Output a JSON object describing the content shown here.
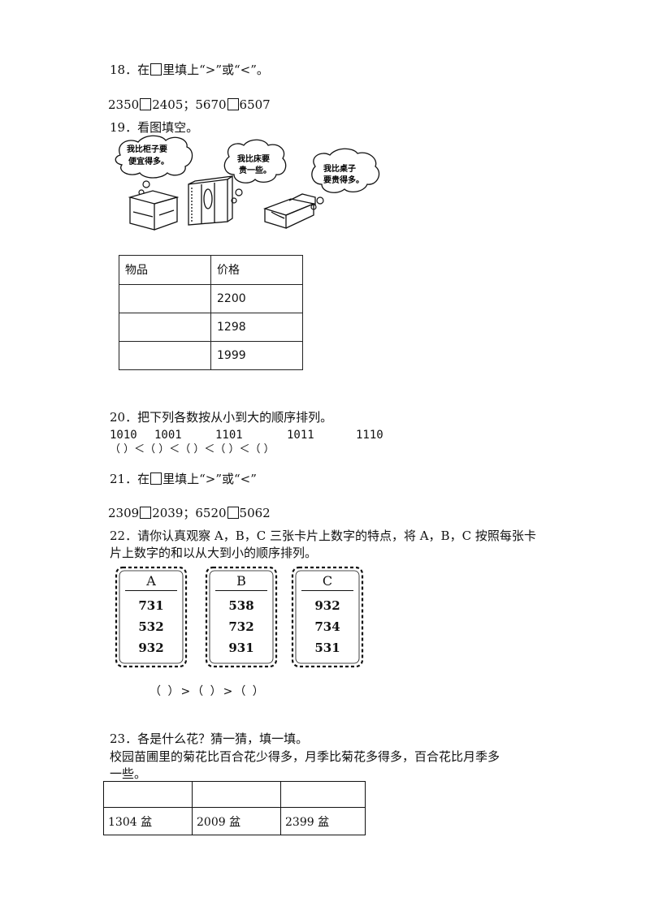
{
  "q18": {
    "title_a": "18．在",
    "title_b": "里填上“>”或“<”。",
    "line_a": "2350",
    "line_b": "2405；5670",
    "line_c": "6507"
  },
  "q19": {
    "title": "19．看图填空。",
    "bubbles": [
      {
        "line1": "我比柜子要",
        "line2": "便宜得多。"
      },
      {
        "line1": "我比床要",
        "line2": "贵一些。"
      },
      {
        "line1": "我比桌子",
        "line2": "要贵得多。"
      }
    ],
    "table": {
      "headers": [
        "物品",
        "价格"
      ],
      "rows": [
        [
          "",
          "2200"
        ],
        [
          "",
          "1298"
        ],
        [
          "",
          "1999"
        ]
      ]
    }
  },
  "q20": {
    "title": "20．把下列各数按从小到大的顺序排列。",
    "numbers": [
      "1010",
      "1001",
      "1101",
      "1011",
      "1110"
    ],
    "blanks": "（        ）＜（        ）＜（        ）＜（        ）＜（        ）"
  },
  "q21": {
    "title_a": "21．在",
    "title_b": "里填上“>”或“<”",
    "line_a": "2309",
    "line_b": "2039；6520",
    "line_c": "5062"
  },
  "q22": {
    "title_line1": "22．请你认真观察 A，B，C 三张卡片上数字的特点，将 A，B，C 按照每张卡",
    "title_line2": "片上数字的和以从大到小的顺序排列。",
    "cards": [
      {
        "label": "A",
        "numbers": [
          "731",
          "532",
          "932"
        ]
      },
      {
        "label": "B",
        "numbers": [
          "538",
          "732",
          "931"
        ]
      },
      {
        "label": "C",
        "numbers": [
          "932",
          "734",
          "531"
        ]
      }
    ],
    "answer": "（   ）>（   ）>（   ）"
  },
  "q23": {
    "title": "23．各是什么花？猜一猜，填一填。",
    "text_line1": "校园苗圃里的菊花比百合花少得多，月季比菊花多得多，百合花比月季多",
    "text_line2": "一些。",
    "table": {
      "headers": [
        "",
        "",
        ""
      ],
      "values": [
        "1304 盆",
        "2009 盆",
        "2399 盆"
      ]
    }
  }
}
